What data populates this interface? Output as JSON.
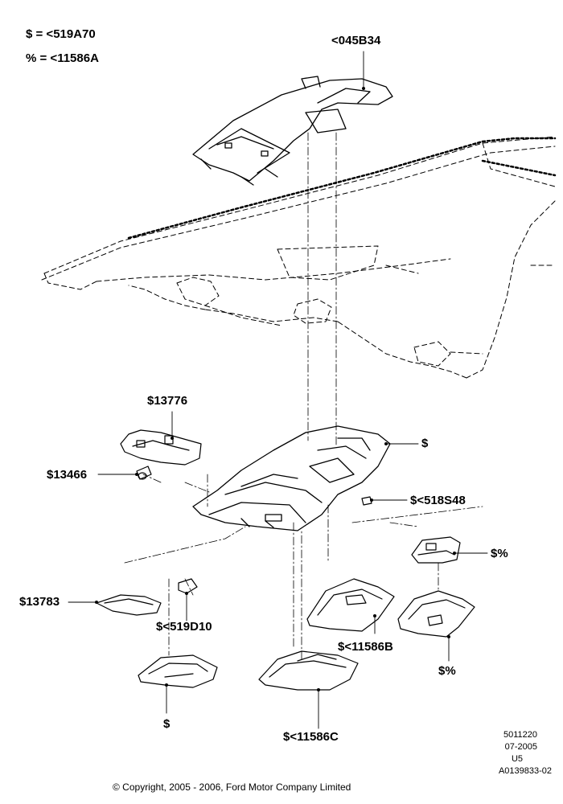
{
  "legend": {
    "line1": "$ = <519A70",
    "line2": "% = <11586A"
  },
  "labels": {
    "headliner_part": "<045B34",
    "console": "$",
    "bracket": "$13776",
    "bulb": "$13466",
    "screw": "$<518S48",
    "module": "$%",
    "lens_left": "$13783",
    "clip": "$<519D10",
    "bezel_right": "$<11586B",
    "cover_right": "$%",
    "cover_left": "$",
    "tray": "$<11586C"
  },
  "footer": {
    "copyright": "© Copyright, 2005 - 2006, Ford Motor Company Limited"
  },
  "reference": {
    "id": "5011220",
    "date": "07-2005",
    "code": "U5",
    "figure": "A0139833-02"
  }
}
